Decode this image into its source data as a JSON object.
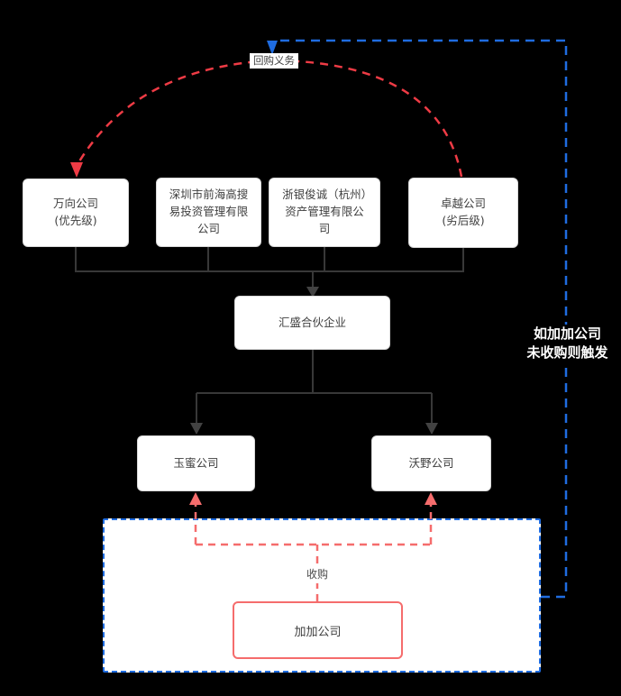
{
  "diagram": {
    "nodes": {
      "wanxiang": "万向公司\n(优先级)",
      "qianhai": "深圳市前海高搜易投资管理有限公司",
      "zheyin": "浙银俊诚（杭州）资产管理有限公司",
      "zhuoyue": "卓越公司\n(劣后级)",
      "huisheng": "汇盛合伙企业",
      "yumi": "玉蜜公司",
      "woye": "沃野公司",
      "jiajia": "加加公司"
    },
    "edge_labels": {
      "repurchase": "回购义务",
      "acquisition": "收购",
      "trigger_note": "如加加公司\n未收购则触发"
    },
    "colors": {
      "background": "#000000",
      "node_fill": "#ffffff",
      "node_border": "#d8d8d8",
      "node_text": "#3f3f3f",
      "connector": "#383838",
      "repurchase_red": "#ee3b45",
      "acquisition_red": "#f56c6c",
      "trigger_blue": "#1f6ce0"
    }
  }
}
